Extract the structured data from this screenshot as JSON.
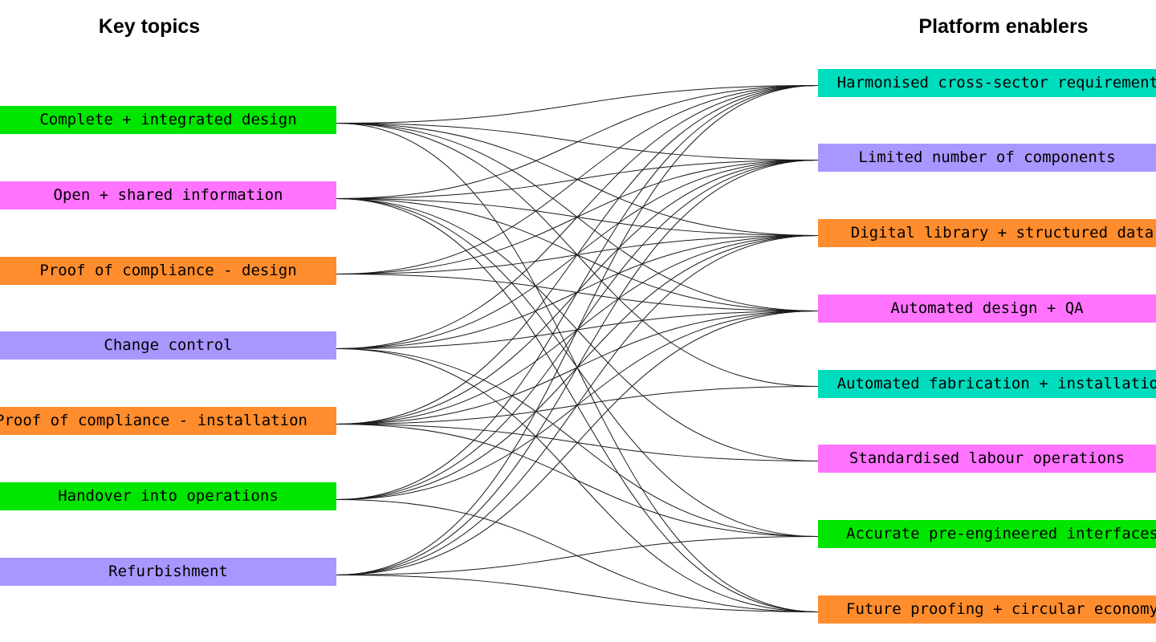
{
  "headings": {
    "left": "Key topics",
    "right": "Platform enablers"
  },
  "colors": {
    "green": "#00e600",
    "pink": "#ff73ff",
    "orange": "#ff8c2d",
    "purple": "#aa96ff",
    "teal": "#00dcbe",
    "line": "#1a1a1a"
  },
  "topics": [
    {
      "label": "Complete + integrated design",
      "color": "green"
    },
    {
      "label": "Open + shared information",
      "color": "pink"
    },
    {
      "label": "Proof of compliance - design",
      "color": "orange"
    },
    {
      "label": "Change control",
      "color": "purple"
    },
    {
      "label": "Proof of compliance - installation",
      "color": "orange"
    },
    {
      "label": "Handover into operations",
      "color": "green"
    },
    {
      "label": "Refurbishment",
      "color": "purple"
    }
  ],
  "enablers": [
    {
      "label": "Harmonised cross-sector requirements",
      "color": "teal"
    },
    {
      "label": "Limited number of components",
      "color": "purple"
    },
    {
      "label": "Digital library + structured data",
      "color": "orange"
    },
    {
      "label": "Automated design + QA",
      "color": "pink"
    },
    {
      "label": "Automated fabrication + installation",
      "color": "teal"
    },
    {
      "label": "Standardised labour operations",
      "color": "pink"
    },
    {
      "label": "Accurate pre-engineered interfaces",
      "color": "green"
    },
    {
      "label": "Future proofing + circular economy",
      "color": "orange"
    }
  ],
  "connections": [
    [
      0,
      0
    ],
    [
      0,
      1
    ],
    [
      0,
      2
    ],
    [
      0,
      3
    ],
    [
      0,
      4
    ],
    [
      0,
      7
    ],
    [
      1,
      0
    ],
    [
      1,
      1
    ],
    [
      1,
      2
    ],
    [
      1,
      3
    ],
    [
      1,
      5
    ],
    [
      1,
      6
    ],
    [
      1,
      7
    ],
    [
      2,
      0
    ],
    [
      2,
      1
    ],
    [
      2,
      2
    ],
    [
      2,
      3
    ],
    [
      3,
      0
    ],
    [
      3,
      1
    ],
    [
      3,
      2
    ],
    [
      3,
      3
    ],
    [
      3,
      6
    ],
    [
      3,
      7
    ],
    [
      4,
      0
    ],
    [
      4,
      1
    ],
    [
      4,
      2
    ],
    [
      4,
      3
    ],
    [
      4,
      4
    ],
    [
      4,
      5
    ],
    [
      4,
      6
    ],
    [
      5,
      0
    ],
    [
      5,
      1
    ],
    [
      5,
      2
    ],
    [
      5,
      3
    ],
    [
      5,
      7
    ],
    [
      6,
      0
    ],
    [
      6,
      1
    ],
    [
      6,
      2
    ],
    [
      6,
      3
    ],
    [
      6,
      6
    ],
    [
      6,
      7
    ]
  ]
}
